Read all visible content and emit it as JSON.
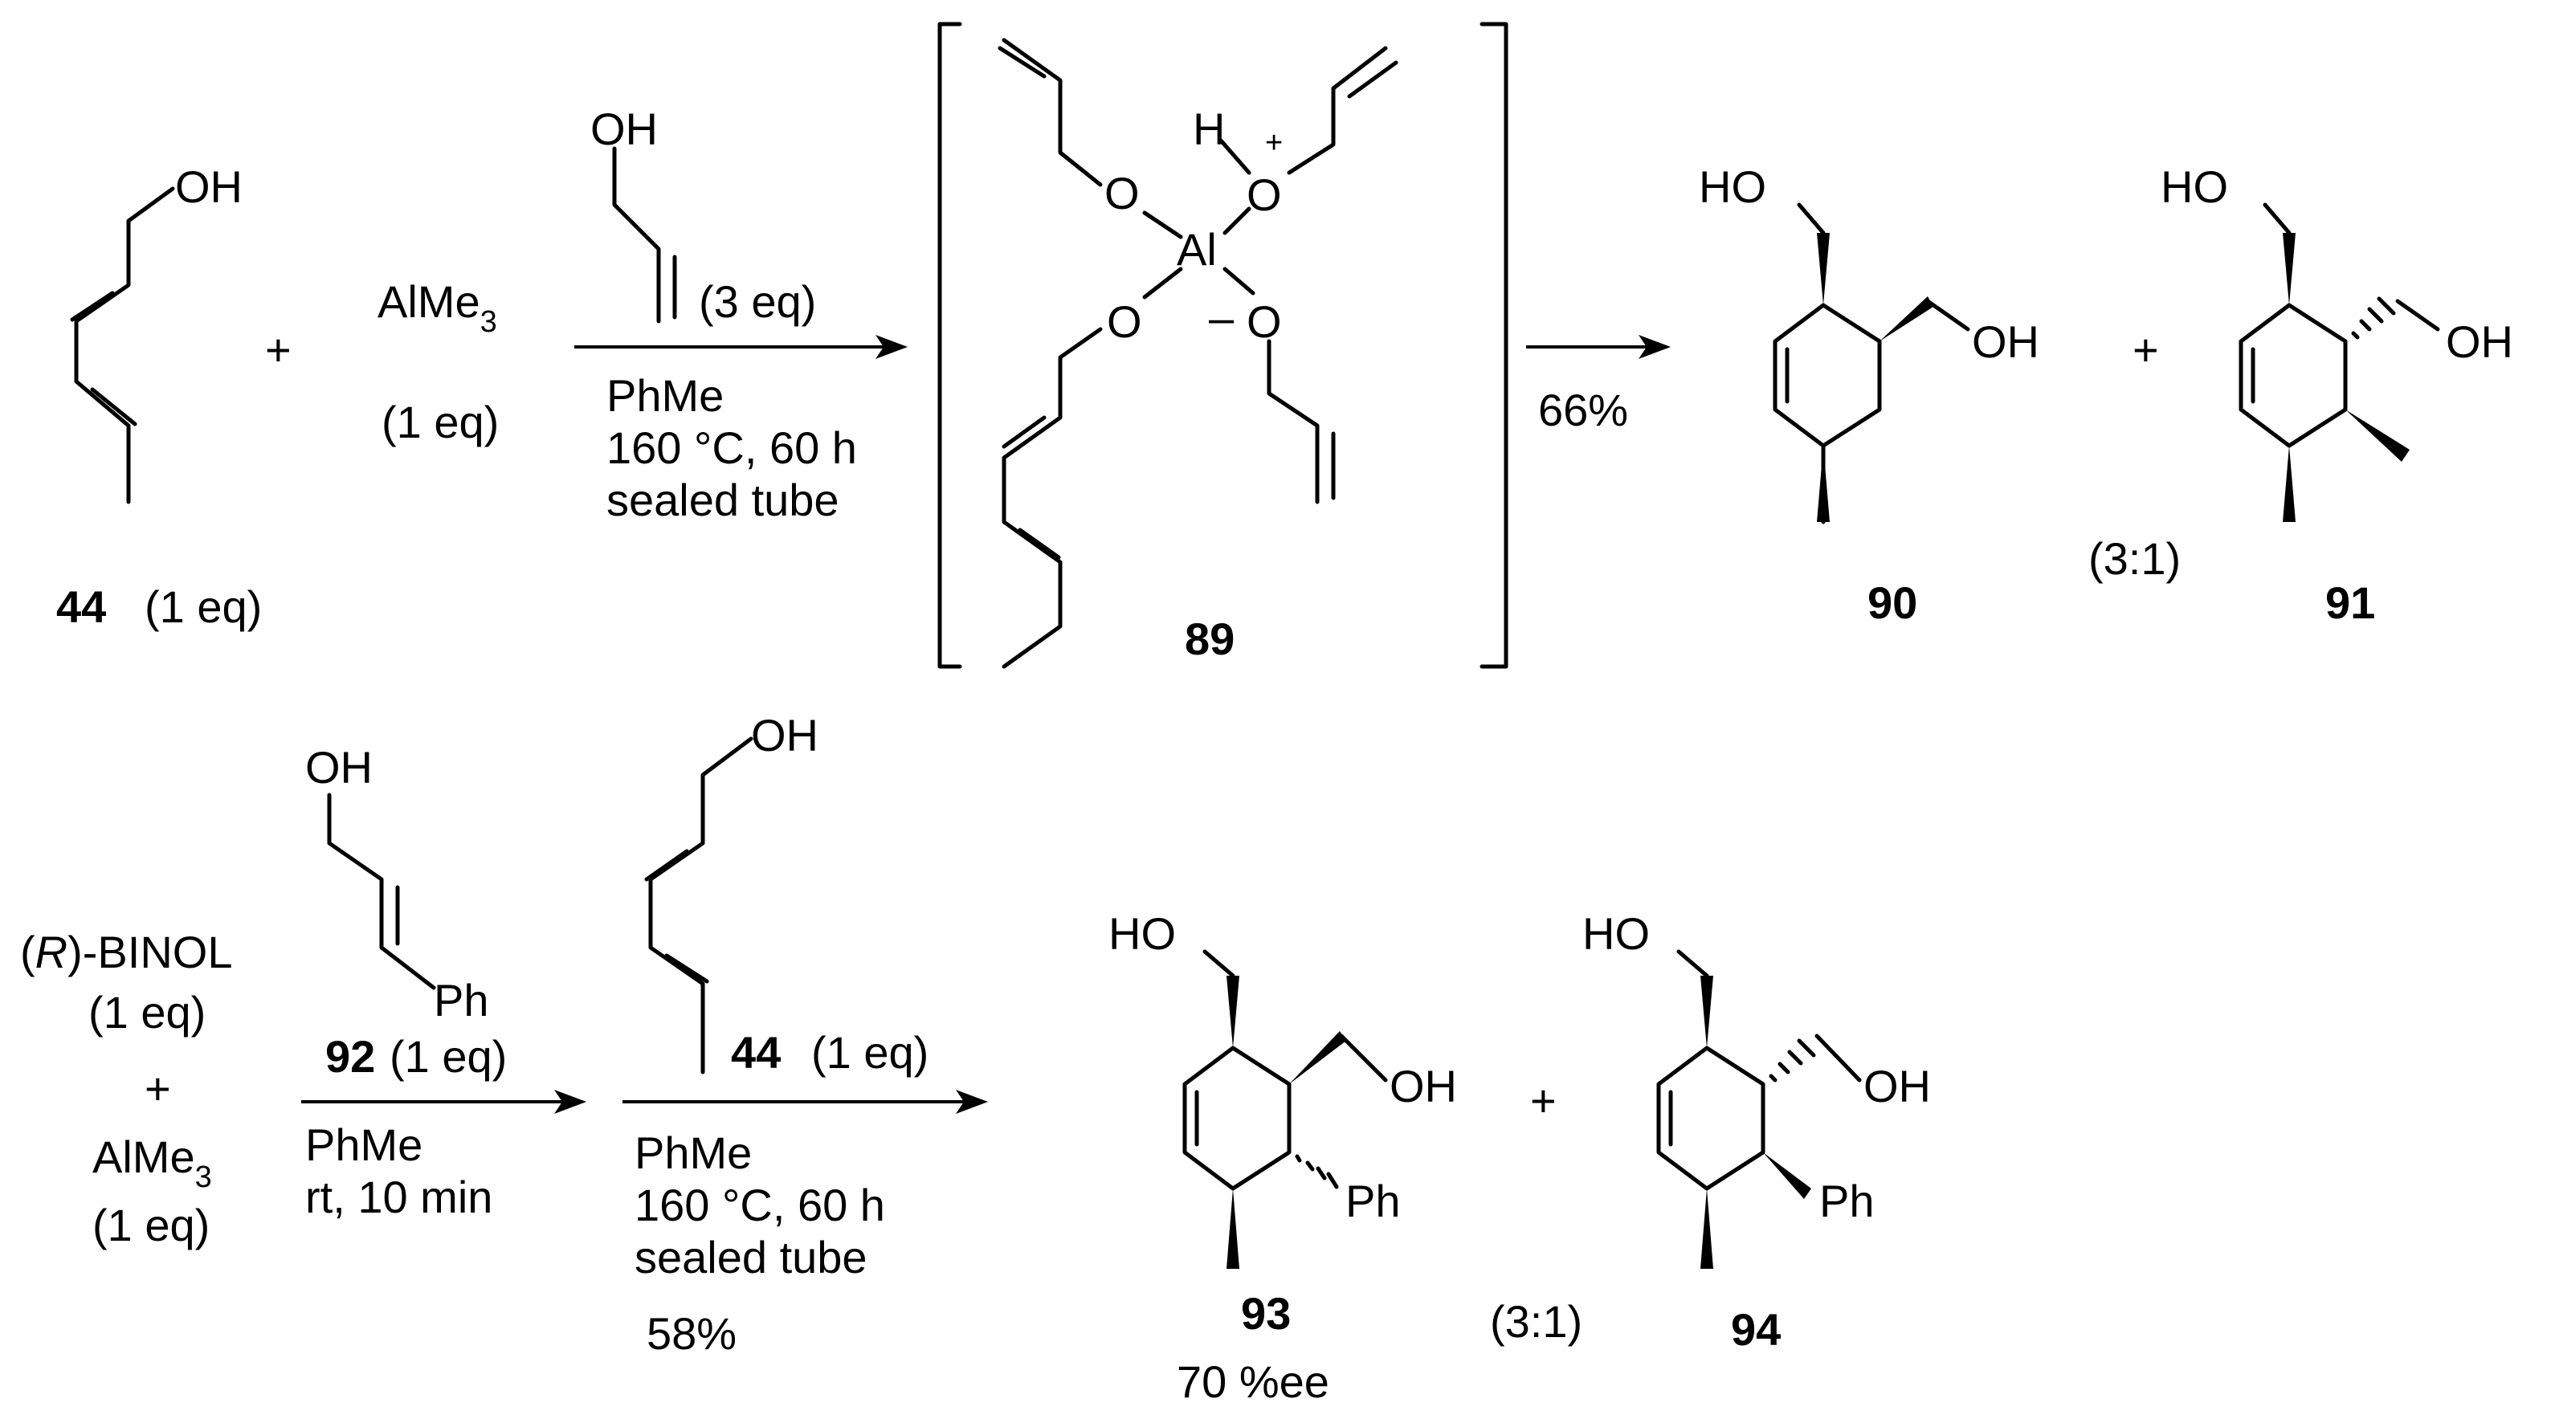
{
  "scheme": {
    "row1": {
      "oh_44_top": "OH",
      "plus_1": "+",
      "almes_reagent": "AlMe",
      "almes_sub": "3",
      "almes_eq": "(1 eq)",
      "label_44": "44",
      "label_44_eq": "(1 eq)",
      "allyl_oh": "OH",
      "allyl_eq": "(3 eq)",
      "cond_solvent": "PhMe",
      "cond_temp": "160 °C, 60 h",
      "cond_vessel": "sealed tube",
      "int_h": "H",
      "int_plus": "+",
      "int_o1": "O",
      "int_o2": "O",
      "int_o3": "O",
      "int_o4": "O",
      "int_al": "Al",
      "int_minus": "–",
      "label_89": "89",
      "yield_1": "66%",
      "p90_ho": "HO",
      "p90_oh": "OH",
      "label_90": "90",
      "plus_2": "+",
      "p91_ho": "HO",
      "p91_oh": "OH",
      "ratio_1": "(3:1)",
      "label_91": "91"
    },
    "row2": {
      "binol_r": "R",
      "binol_paren_open": "(",
      "binol_rest": ")-BINOL",
      "binol_eq": "(1 eq)",
      "plus_3": "+",
      "almes_reagent": "AlMe",
      "almes_sub": "3",
      "almes_eq": "(1 eq)",
      "cin_oh": "OH",
      "cin_ph": "Ph",
      "label_92": "92",
      "label_92_eq": "(1 eq)",
      "step1_solvent": "PhMe",
      "step1_cond": "rt, 10 min",
      "diene_oh": "OH",
      "label_44": "44",
      "label_44_eq": "(1 eq)",
      "step2_solvent": "PhMe",
      "step2_temp": "160 °C, 60 h",
      "step2_vessel": "sealed tube",
      "yield_2": "58%",
      "p93_ho": "HO",
      "p93_oh": "OH",
      "p93_ph": "Ph",
      "label_93": "93",
      "ee_93": "70 %ee",
      "plus_4": "+",
      "ratio_2": "(3:1)",
      "p94_ho": "HO",
      "p94_oh": "OH",
      "p94_ph": "Ph",
      "label_94": "94"
    }
  }
}
